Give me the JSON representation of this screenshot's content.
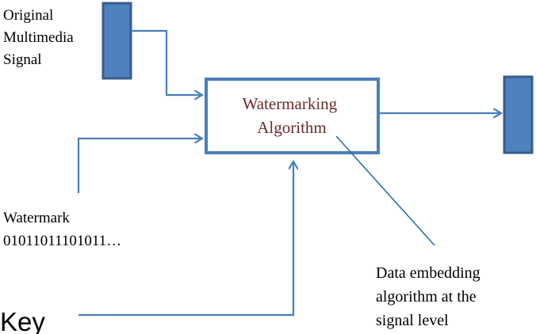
{
  "labels": {
    "original_signal": [
      "Original",
      "Multimedia",
      "Signal"
    ],
    "algorithm": [
      "Watermarking",
      "Algorithm"
    ],
    "watermark": [
      "Watermark",
      "01011011101011…"
    ],
    "key": "Key",
    "annotation": [
      "Data embedding",
      "algorithm at the",
      "signal level"
    ]
  },
  "colors": {
    "box_fill": "#4e81bd",
    "box_stroke": "#385d8a",
    "line": "#4a7ebb",
    "algorithm_text": "#6b2b2b",
    "text": "#000000",
    "annotation_line": "#2f6ea5"
  }
}
